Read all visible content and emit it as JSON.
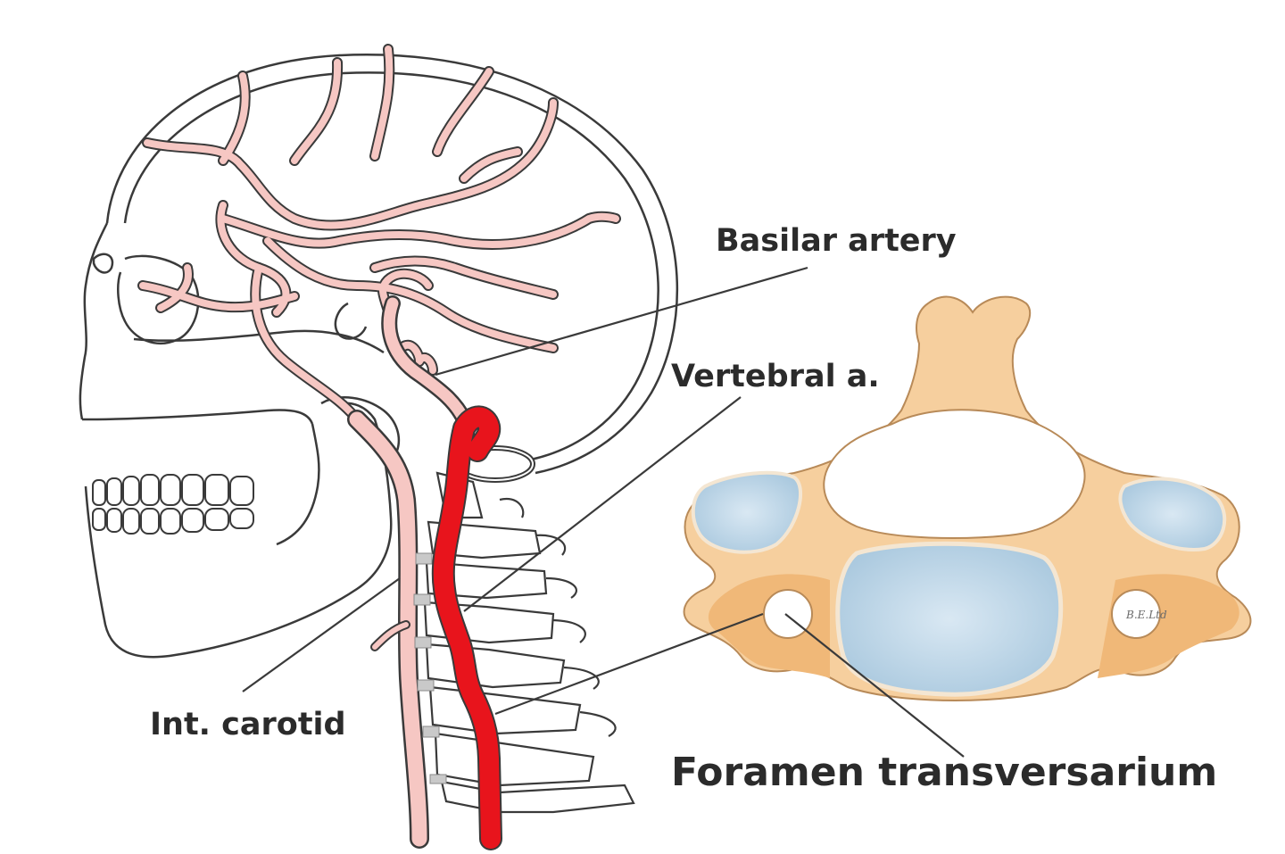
{
  "labels": {
    "basilar": "Basilar artery",
    "vertebral": "Vertebral a.",
    "carotid": "Int. carotid",
    "foramen": "Foramen transversarium"
  },
  "credit": "B.E.Ltd",
  "colors": {
    "artery_red": "#e8141c",
    "vessel_pink": "#f6c7c3",
    "bone_tan": "#f6cf9e",
    "bone_dark": "#f0b878",
    "disc_blue": "#b9d4e6",
    "outline": "#3a3a3a"
  }
}
